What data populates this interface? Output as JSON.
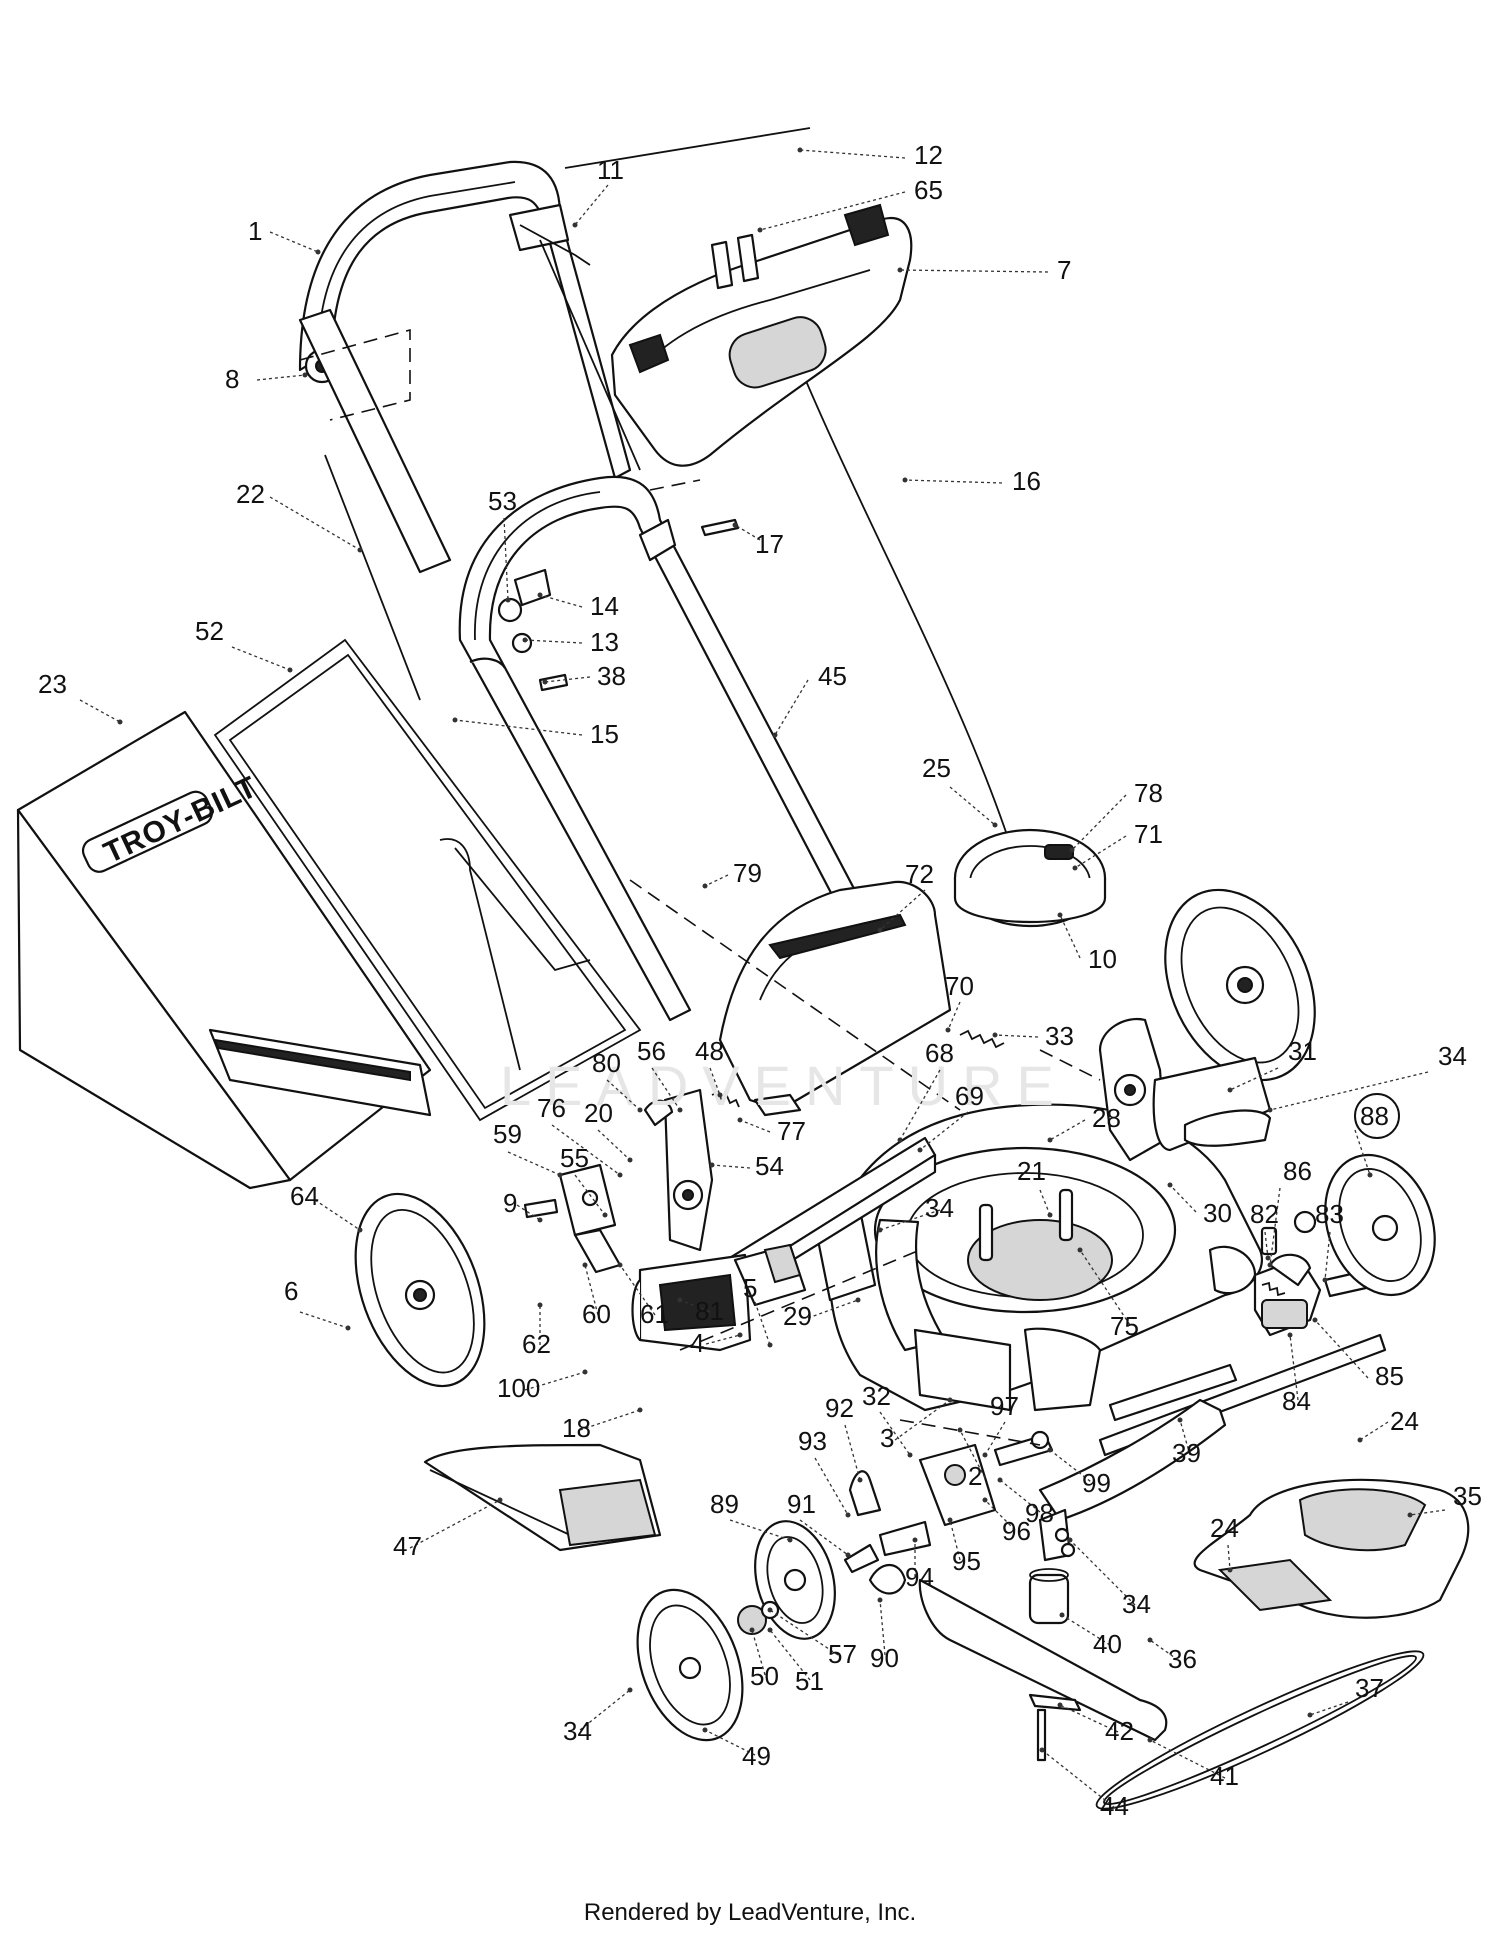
{
  "diagram": {
    "brand_logo": "TROY-BILT",
    "watermark": "LEADVENTURE",
    "footer": "Rendered by LeadVenture, Inc."
  },
  "callouts": [
    "1",
    "2",
    "3",
    "4",
    "5",
    "6",
    "7",
    "8",
    "9",
    "10",
    "11",
    "12",
    "13",
    "14",
    "15",
    "16",
    "17",
    "18",
    "20",
    "21",
    "22",
    "23",
    "24",
    "24",
    "25",
    "28",
    "29",
    "30",
    "31",
    "32",
    "33",
    "34",
    "34",
    "34",
    "34",
    "35",
    "36",
    "37",
    "38",
    "39",
    "40",
    "41",
    "42",
    "44",
    "45",
    "47",
    "48",
    "49",
    "50",
    "51",
    "52",
    "53",
    "54",
    "55",
    "56",
    "57",
    "59",
    "60",
    "61",
    "62",
    "64",
    "65",
    "68",
    "69",
    "70",
    "71",
    "72",
    "75",
    "76",
    "77",
    "78",
    "79",
    "80",
    "81",
    "82",
    "83",
    "84",
    "85",
    "86",
    "88",
    "89",
    "90",
    "91",
    "92",
    "93",
    "94",
    "95",
    "96",
    "97",
    "98",
    "99",
    "100"
  ]
}
